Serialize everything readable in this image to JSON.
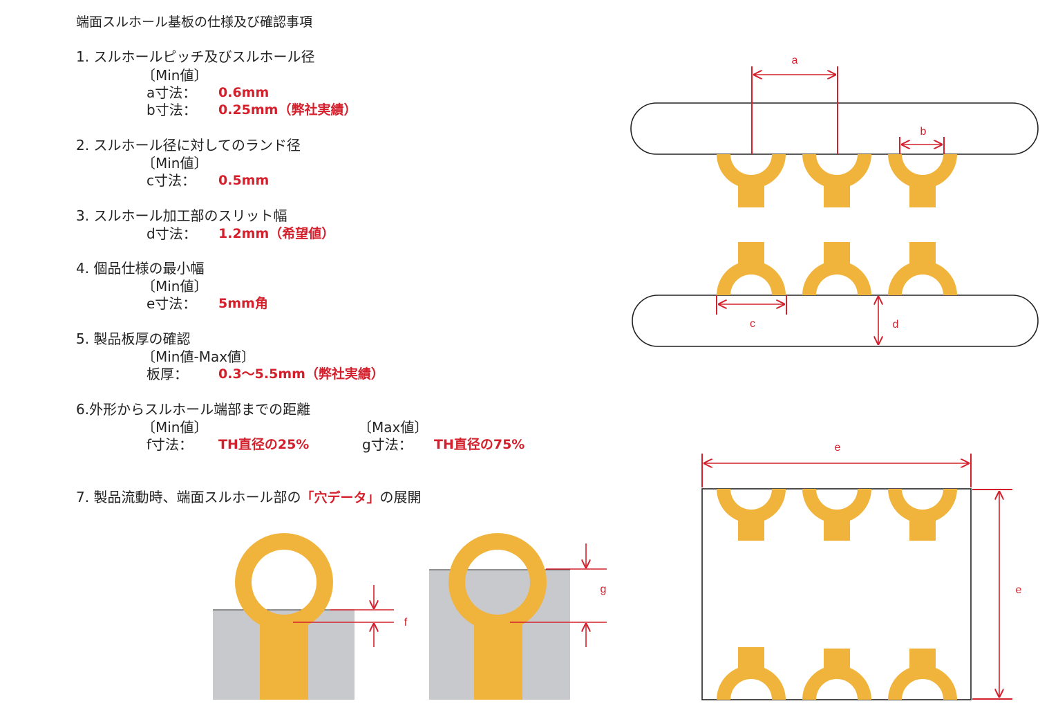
{
  "title": "端面スルホール基板の仕様及び確認事項",
  "colors": {
    "pad": "#f0b43c",
    "red": "#d4202c",
    "board": "#c8c9cc"
  },
  "sections": [
    {
      "heading": "1. スルホールピッチ及びスルホール径",
      "sub": "〔Min値〕",
      "rows": [
        {
          "label": "a寸法：",
          "value": "0.6mm"
        },
        {
          "label": "b寸法：",
          "value": "0.25mm（弊社実績）"
        }
      ]
    },
    {
      "heading": "2. スルホール径に対してのランド径",
      "sub": "〔Min値〕",
      "rows": [
        {
          "label": "c寸法：",
          "value": "0.5mm"
        }
      ]
    },
    {
      "heading": "3. スルホール加工部のスリット幅",
      "sub": "",
      "rows": [
        {
          "label": "d寸法：",
          "value": "1.2mm（希望値）"
        }
      ]
    },
    {
      "heading": "4. 個品仕様の最小幅",
      "sub": "〔Min値〕",
      "rows": [
        {
          "label": "e寸法：",
          "value": "5mm角"
        }
      ]
    },
    {
      "heading": "5. 製品板厚の確認",
      "sub": "〔Min値-Max値〕",
      "rows": [
        {
          "label": "板厚：",
          "value": "0.3〜5.5mm（弊社実績）"
        }
      ]
    },
    {
      "heading": "6.外形からスルホール端部までの距離",
      "sub": "〔Min値〕",
      "sub2": "〔Max値〕",
      "rows": [
        {
          "label": "f寸法：",
          "value": "TH直径の25%"
        }
      ],
      "rows2": [
        {
          "label": "g寸法：",
          "value": "TH直径の75%"
        }
      ]
    },
    {
      "heading_pre": "7. 製品流動時、端面スルホール部の",
      "heading_em": "「穴データ」",
      "heading_post": "の展開"
    }
  ],
  "dims": {
    "a": "a",
    "b": "b",
    "c": "c",
    "d": "d",
    "e_top": "e",
    "e_side": "e",
    "f": "f",
    "g": "g"
  }
}
